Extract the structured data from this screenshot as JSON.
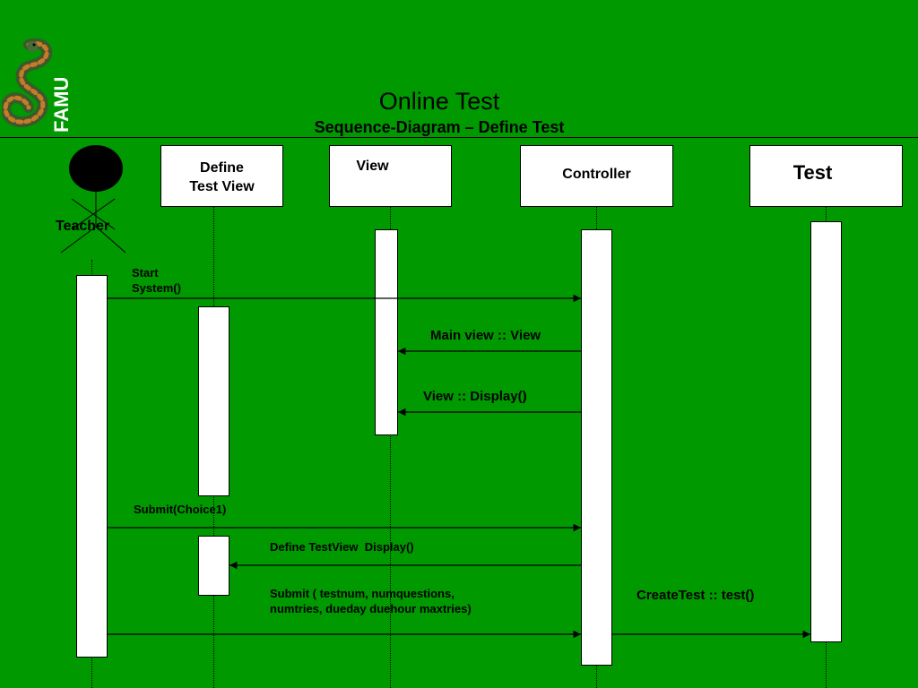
{
  "logo": {
    "text": "FAMU",
    "icon": "snake-logo-icon"
  },
  "title": "Online Test",
  "subtitle": "Sequence-Diagram – Define Test",
  "actor": {
    "label": "Teacher"
  },
  "lifelines": [
    {
      "id": "define-test-view",
      "label": "Define\nTest View"
    },
    {
      "id": "view",
      "label": "View"
    },
    {
      "id": "controller",
      "label": "Controller"
    },
    {
      "id": "test",
      "label": "Test"
    }
  ],
  "messages": {
    "start_system": "Start\nSystem()",
    "main_view": "Main view :: View",
    "view_display": "View :: Display()",
    "submit_choice": "Submit(Choice1)",
    "define_testview_display": "Define TestView  Display()",
    "submit_params": "Submit ( testnum, numquestions,\nnumtries, dueday duehour maxtries)",
    "create_test": "CreateTest :: test()"
  },
  "colors": {
    "background": "#009900",
    "box": "#ffffff",
    "line": "#000000"
  }
}
